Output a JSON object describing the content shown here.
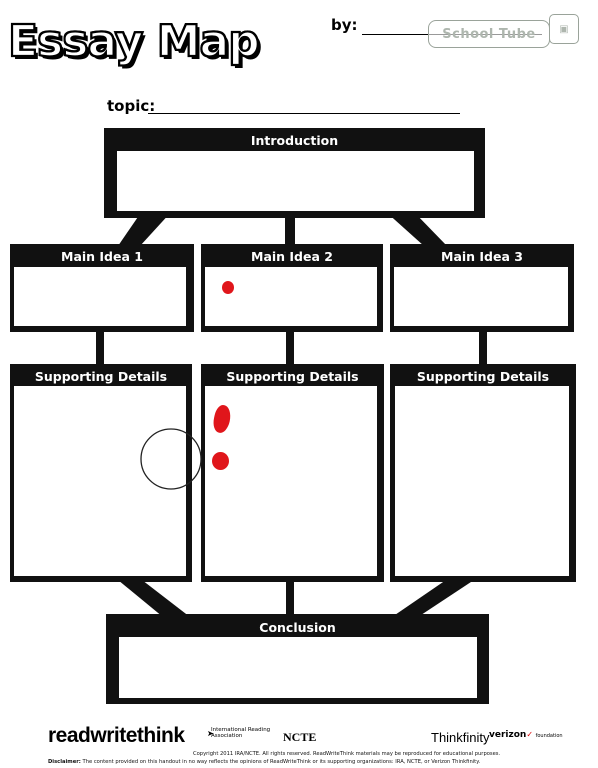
{
  "header": {
    "title": "Essay Map",
    "by_label": "by:",
    "topic_label": "topic:",
    "watermark": "School Tube",
    "watermark_icon": "tv-icon"
  },
  "map": {
    "introduction": "Introduction",
    "main_ideas": [
      "Main Idea 1",
      "Main Idea 2",
      "Main Idea 3"
    ],
    "supporting": [
      "Supporting Details",
      "Supporting Details",
      "Supporting Details"
    ],
    "conclusion": "Conclusion"
  },
  "footer": {
    "brand": "readwritethink",
    "ira": "International Reading Association",
    "ncte": "NCTE",
    "thinkfinity": "Thinkfinity",
    "verizon": "verizon",
    "foundation": "foundation",
    "copyright": "Copyright 2011 IRA/NCTE. All rights reserved. ReadWriteThink materials may be reproduced for educational purposes.",
    "disclaimer_label": "Disclaimer:",
    "disclaimer_text": "The content provided on this handout in no way reflects the opinions of ReadWriteThink or its supporting organizations: IRA, NCTE, or Verizon Thinkfinity."
  },
  "annotations": {
    "ink_color": "#e0161b",
    "cursor_icon": "cursor-circle-icon"
  }
}
